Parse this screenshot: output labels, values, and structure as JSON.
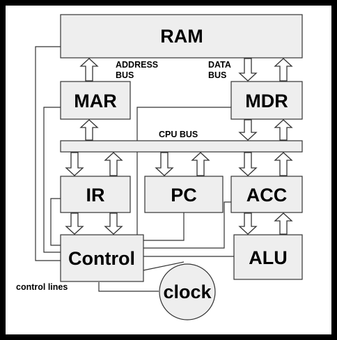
{
  "diagram": {
    "blocks": {
      "ram": "RAM",
      "mar": "MAR",
      "mdr": "MDR",
      "ir": "IR",
      "pc": "PC",
      "acc": "ACC",
      "control": "Control",
      "alu": "ALU",
      "clock": "clock"
    },
    "labels": {
      "address_bus_1": "ADDRESS",
      "address_bus_2": "BUS",
      "data_bus_1": "DATA",
      "data_bus_2": "BUS",
      "cpu_bus": "CPU BUS",
      "control_lines": "control lines"
    }
  }
}
